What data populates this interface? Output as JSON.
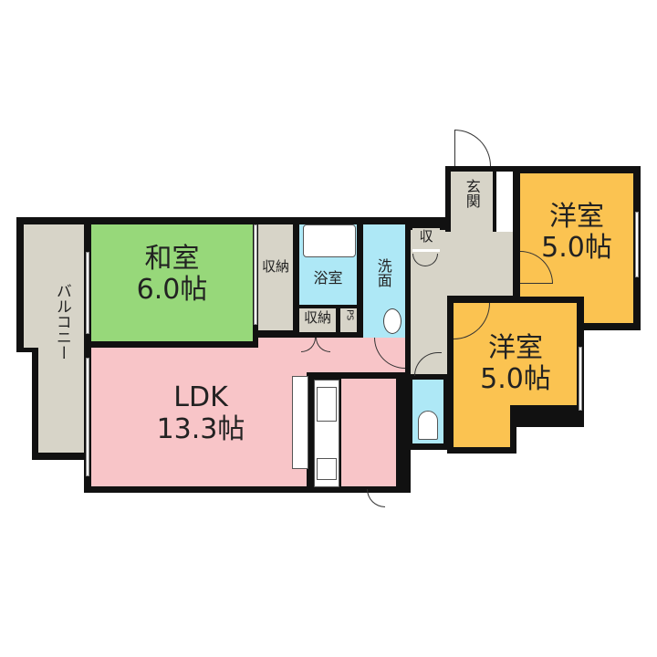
{
  "colors": {
    "wall": "#111111",
    "balcony": "#d7d4c8",
    "washitsu": "#97d87a",
    "ldk": "#f8c5c8",
    "wet": "#aee8f6",
    "storage": "#d7d4c8",
    "hall": "#d7d4c8",
    "yoshitsu": "#fbc351"
  },
  "rooms": {
    "balcony": {
      "label": "バルコニー"
    },
    "washitsu": {
      "name": "和室",
      "size": "6.0帖"
    },
    "storage_washitsu": {
      "label": "収納"
    },
    "bathroom": {
      "label": "浴室"
    },
    "washroom": {
      "label": "洗面"
    },
    "storage_small": {
      "label": "収納"
    },
    "ps": {
      "label": "PS"
    },
    "storage_hall": {
      "label": "収"
    },
    "entrance": {
      "label": "玄関"
    },
    "yoshitsu_1": {
      "name": "洋室",
      "size": "5.0帖"
    },
    "yoshitsu_2": {
      "name": "洋室",
      "size": "5.0帖"
    },
    "ldk": {
      "name": "LDK",
      "size": "13.3帖"
    },
    "toilet": {
      "label": ""
    }
  }
}
